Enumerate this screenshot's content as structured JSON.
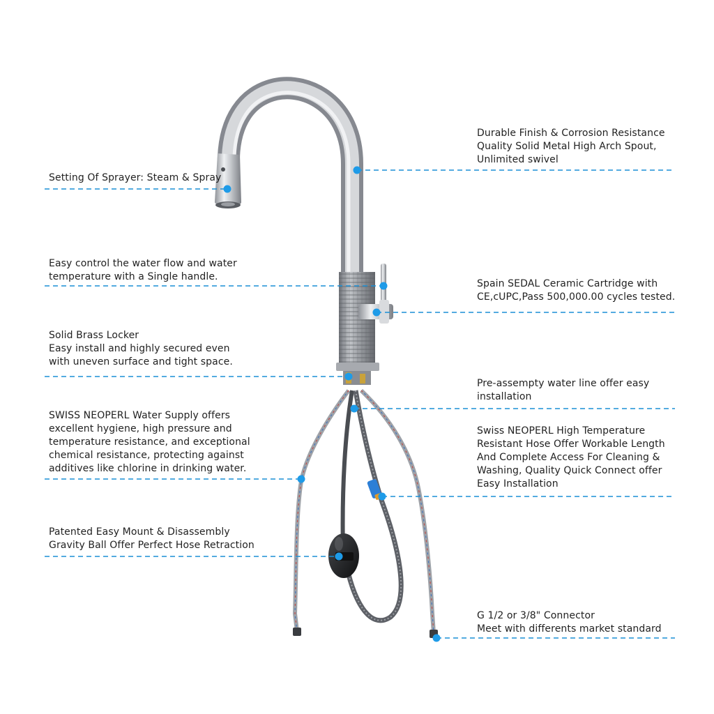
{
  "colors": {
    "leader": "#1a8fd6",
    "dot": "#1e9be8",
    "steel_light": "#e8e9eb",
    "steel_mid": "#b9bcc1",
    "steel_dark": "#7c7f85",
    "hose_dark": "#4a4d52",
    "ball": "#1c1d1f"
  },
  "callouts": {
    "sprayer": {
      "lines": [
        "Setting Of Sprayer: Steam & Spray"
      ]
    },
    "handle": {
      "lines": [
        "Easy control the water flow and water",
        "temperature with a Single handle."
      ]
    },
    "locker": {
      "lines": [
        "Solid Brass Locker",
        "Easy install and highly secured even",
        "with uneven surface and tight space."
      ]
    },
    "supply": {
      "lines": [
        "SWISS NEOPERL Water Supply offers",
        "excellent hygiene, high pressure and",
        "temperature resistance, and exceptional",
        "chemical resistance, protecting against",
        "additives like chlorine in drinking water."
      ]
    },
    "gravity": {
      "lines": [
        "Patented Easy Mount & Disassembly",
        "Gravity Ball Offer Perfect Hose Retraction"
      ]
    },
    "spout": {
      "lines": [
        "Durable Finish & Corrosion Resistance",
        "Quality Solid Metal High Arch Spout,",
        "Unlimited swivel"
      ]
    },
    "cartridge": {
      "lines": [
        "Spain SEDAL Ceramic Cartridge with",
        "CE,cUPC,Pass 500,000.00 cycles tested."
      ]
    },
    "waterline": {
      "lines": [
        "Pre-assempty water line offer easy",
        "installation"
      ]
    },
    "hose": {
      "lines": [
        "Swiss NEOPERL High Temperature",
        "Resistant Hose Offer Workable Length",
        "And Complete Access For Cleaning &",
        "Washing, Quality Quick Connect offer",
        "Easy Installation"
      ]
    },
    "connector": {
      "lines": [
        "G 1/2 or 3/8\" Connector",
        "Meet with differents market standard"
      ]
    }
  }
}
